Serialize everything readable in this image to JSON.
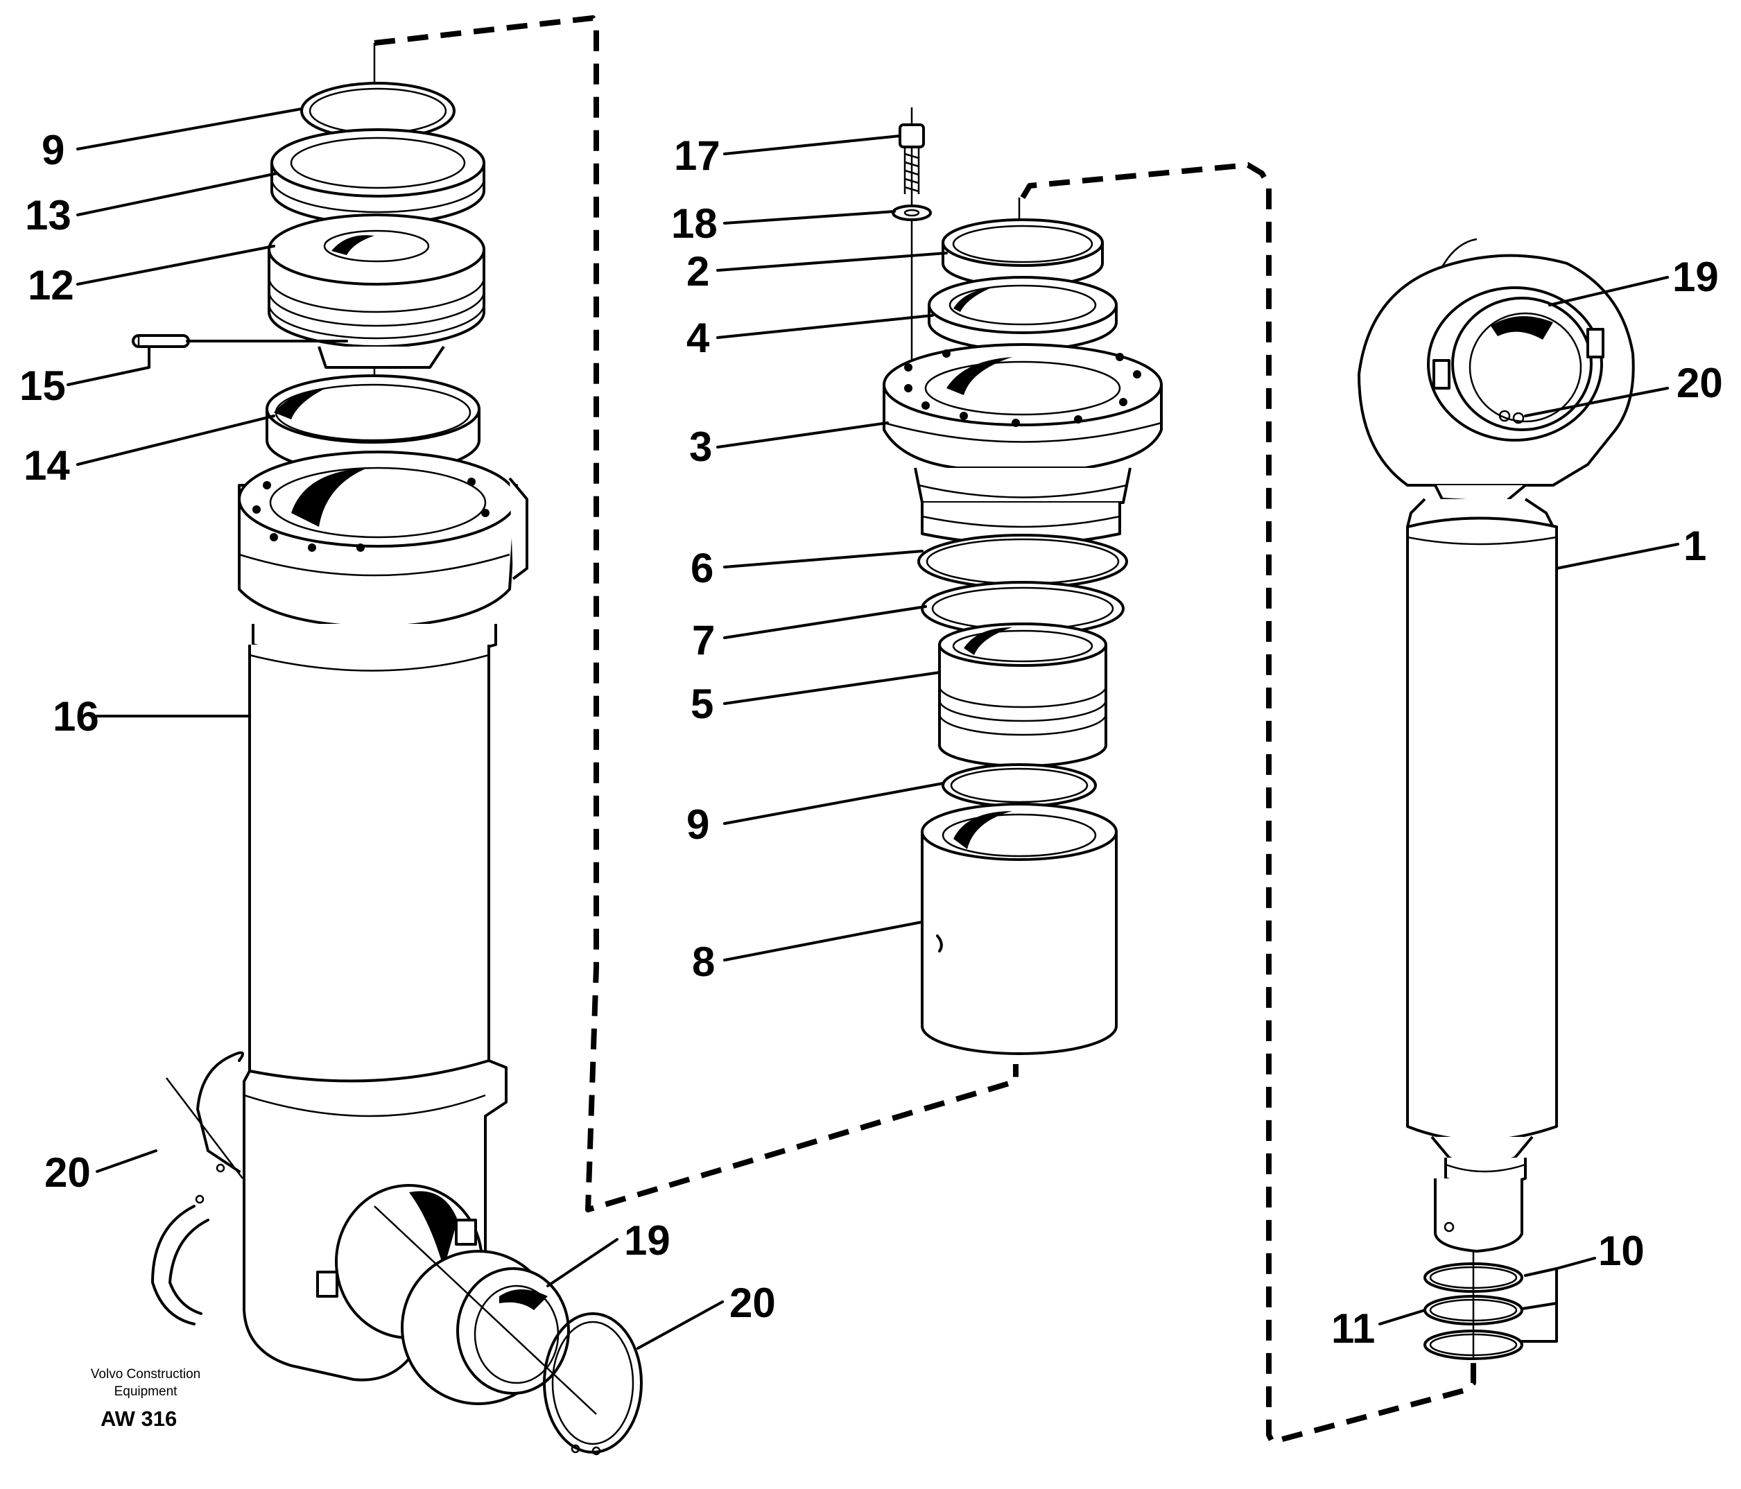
{
  "diagram": {
    "part_labels": {
      "left": {
        "l9": "9",
        "l13": "13",
        "l12": "12",
        "l15": "15",
        "l14": "14",
        "l16": "16",
        "l20": "20",
        "l19": "19",
        "l20b": "20"
      },
      "middle": {
        "l17": "17",
        "l18": "18",
        "l2": "2",
        "l4": "4",
        "l3": "3",
        "l6": "6",
        "l7": "7",
        "l5": "5",
        "l9": "9",
        "l8": "8"
      },
      "right": {
        "l19": "19",
        "l20": "20",
        "l1": "1",
        "l10": "10",
        "l11": "11"
      }
    },
    "caption": {
      "line1": "Volvo Construction",
      "line2": "Equipment",
      "code": "AW 316"
    }
  }
}
